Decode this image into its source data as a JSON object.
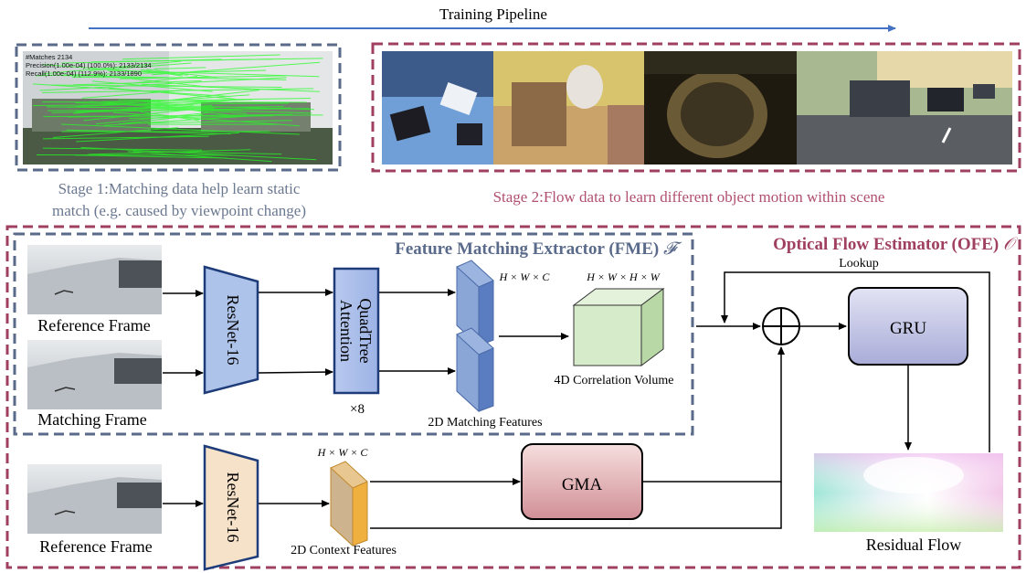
{
  "top_title": "Training Pipeline",
  "stage1": {
    "overlay_lines": [
      "#Matches 2134",
      "Precision(1.00e-04) (100.0%): 2133/2134",
      "Recall(1.00e-04) (112.9%): 2133/1890"
    ],
    "caption_line1": "Stage 1:Matching data help learn static",
    "caption_line2": "match (e.g. caused by viewpoint change)"
  },
  "stage2": {
    "caption": "Stage 2:Flow data to learn different object motion within scene"
  },
  "fme": {
    "title": "Feature Matching Extractor (FME)",
    "symbol": "𝓕",
    "reference_label": "Reference Frame",
    "matching_label": "Matching Frame",
    "resnet_label": "ResNet-16",
    "quadtree_line1": "QuadTree",
    "quadtree_line2": "Attention",
    "repeat_label": "×8",
    "feat_dim": "H × W × C",
    "corr_dim": "H × W × H × W",
    "features_label": "2D Matching Features",
    "corr_label": "4D Correlation Volume"
  },
  "ofe": {
    "title": "Optical Flow Estimator (OFE)",
    "symbol": "𝒪",
    "lookup_label": "Lookup",
    "gru_label": "GRU",
    "gma_label": "GMA",
    "context_dim": "H × W × C",
    "context_label": "2D Context Features",
    "resnet_label": "ResNet-16",
    "reference_label": "Reference Frame",
    "residual_label": "Residual Flow"
  },
  "colors": {
    "arrow_blue": "#4472c4",
    "stage1_border": "#5a6a8a",
    "stage2_border": "#a04060",
    "fme_title": "#5a6a8a",
    "ofe_title": "#a04060",
    "stage1_caption": "#6a7890",
    "stage2_caption": "#b05070"
  }
}
